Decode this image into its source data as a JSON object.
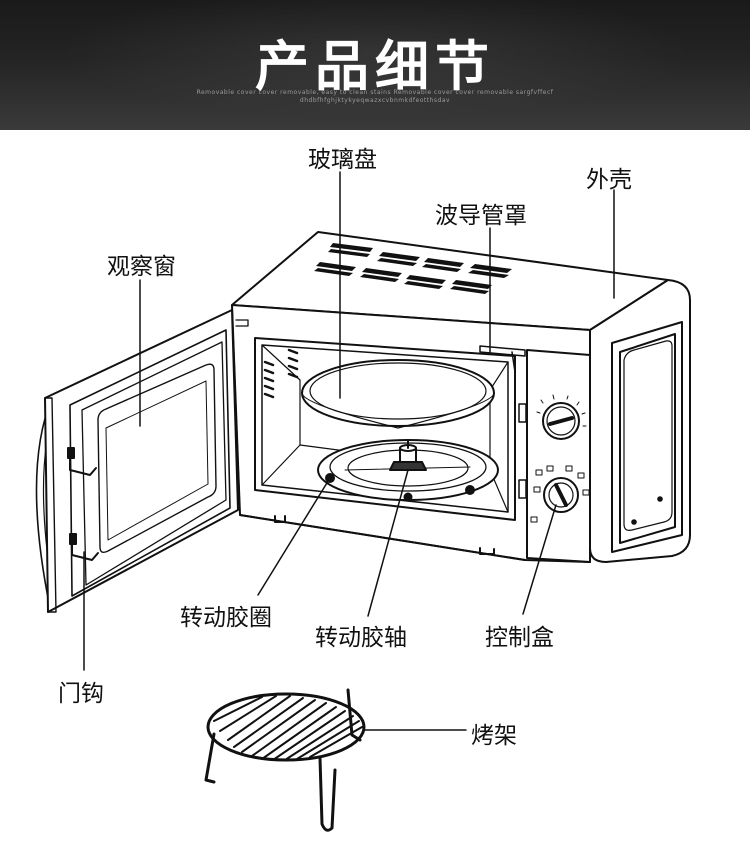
{
  "banner": {
    "title": "产品细节",
    "subtitle_line1": "Removable cover cover removable, easy to clean stains Removable cover cover removable sargfvffecf",
    "subtitle_line2": "dhdbfhfghjktykyeqwazxcvbnmkdfeotthsdav"
  },
  "labels": {
    "glass_tray": "玻璃盘",
    "outer_shell": "外壳",
    "waveguide_cover": "波导管罩",
    "viewing_window": "观察窗",
    "turntable_ring": "转动胶圈",
    "turntable_shaft": "转动胶轴",
    "control_box": "控制盒",
    "door_hook": "门钩",
    "baking_rack": "烤架"
  },
  "colors": {
    "banner_dark": "#1a1a1a",
    "line": "#111111"
  }
}
